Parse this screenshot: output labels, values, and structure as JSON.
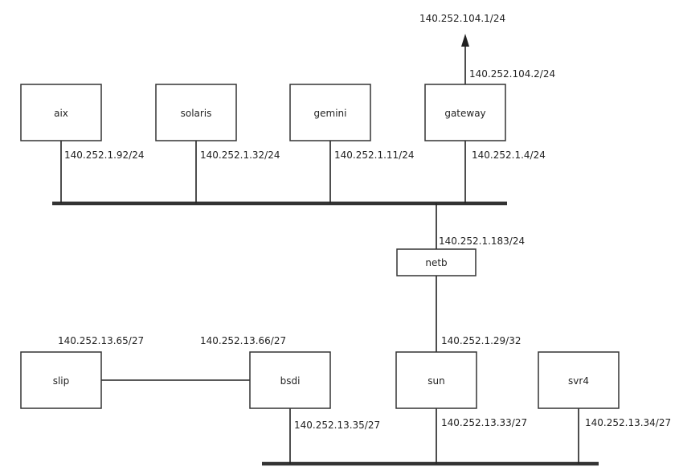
{
  "nodes": {
    "aix": "aix",
    "solaris": "solaris",
    "gemini": "gemini",
    "gateway": "gateway",
    "netb": "netb",
    "slip": "slip",
    "bsdi": "bsdi",
    "sun": "sun",
    "svr4": "svr4"
  },
  "addresses": {
    "external": "140.252.104.1/24",
    "gateway_external": "140.252.104.2/24",
    "aix": "140.252.1.92/24",
    "solaris": "140.252.1.32/24",
    "gemini": "140.252.1.11/24",
    "gateway": "140.252.1.4/24",
    "netb": "140.252.1.183/24",
    "sun_ppp": "140.252.1.29/32",
    "slip": "140.252.13.65/27",
    "bsdi_slip": "140.252.13.66/27",
    "bsdi": "140.252.13.35/27",
    "sun": "140.252.13.33/27",
    "svr4": "140.252.13.34/27"
  }
}
